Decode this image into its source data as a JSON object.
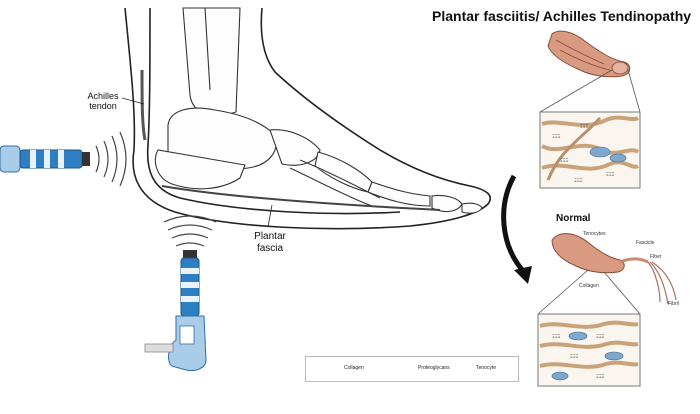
{
  "title": "Plantar fasciitis/ Achilles Tendinopathy",
  "labels": {
    "achilles_line1": "Achilles",
    "achilles_line2": "tendon",
    "plantar_line1": "Plantar",
    "plantar_line2": "fascia",
    "normal": "Normal"
  },
  "anatomy_labels": {
    "tenocytes": "Tenocytes",
    "fascicle": "Fascicle",
    "fiber": "Fiber",
    "collagen": "Collagen",
    "fibril": "Fibril"
  },
  "legend": {
    "collagen": "Collagen",
    "proteoglycans": "Proteoglycans",
    "tenocyte": "Tenocyte"
  },
  "icons": [
    "shockwave-applicator-icon",
    "shockwave-applicator-icon",
    "wave-emission-icon",
    "curved-arrow-icon"
  ],
  "colors": {
    "applicator_blue": "#2e7fc2",
    "tendon_red": "#c8866a",
    "collagen_tan": "#c9a27a",
    "cell_blue": "#7fa8cf"
  }
}
